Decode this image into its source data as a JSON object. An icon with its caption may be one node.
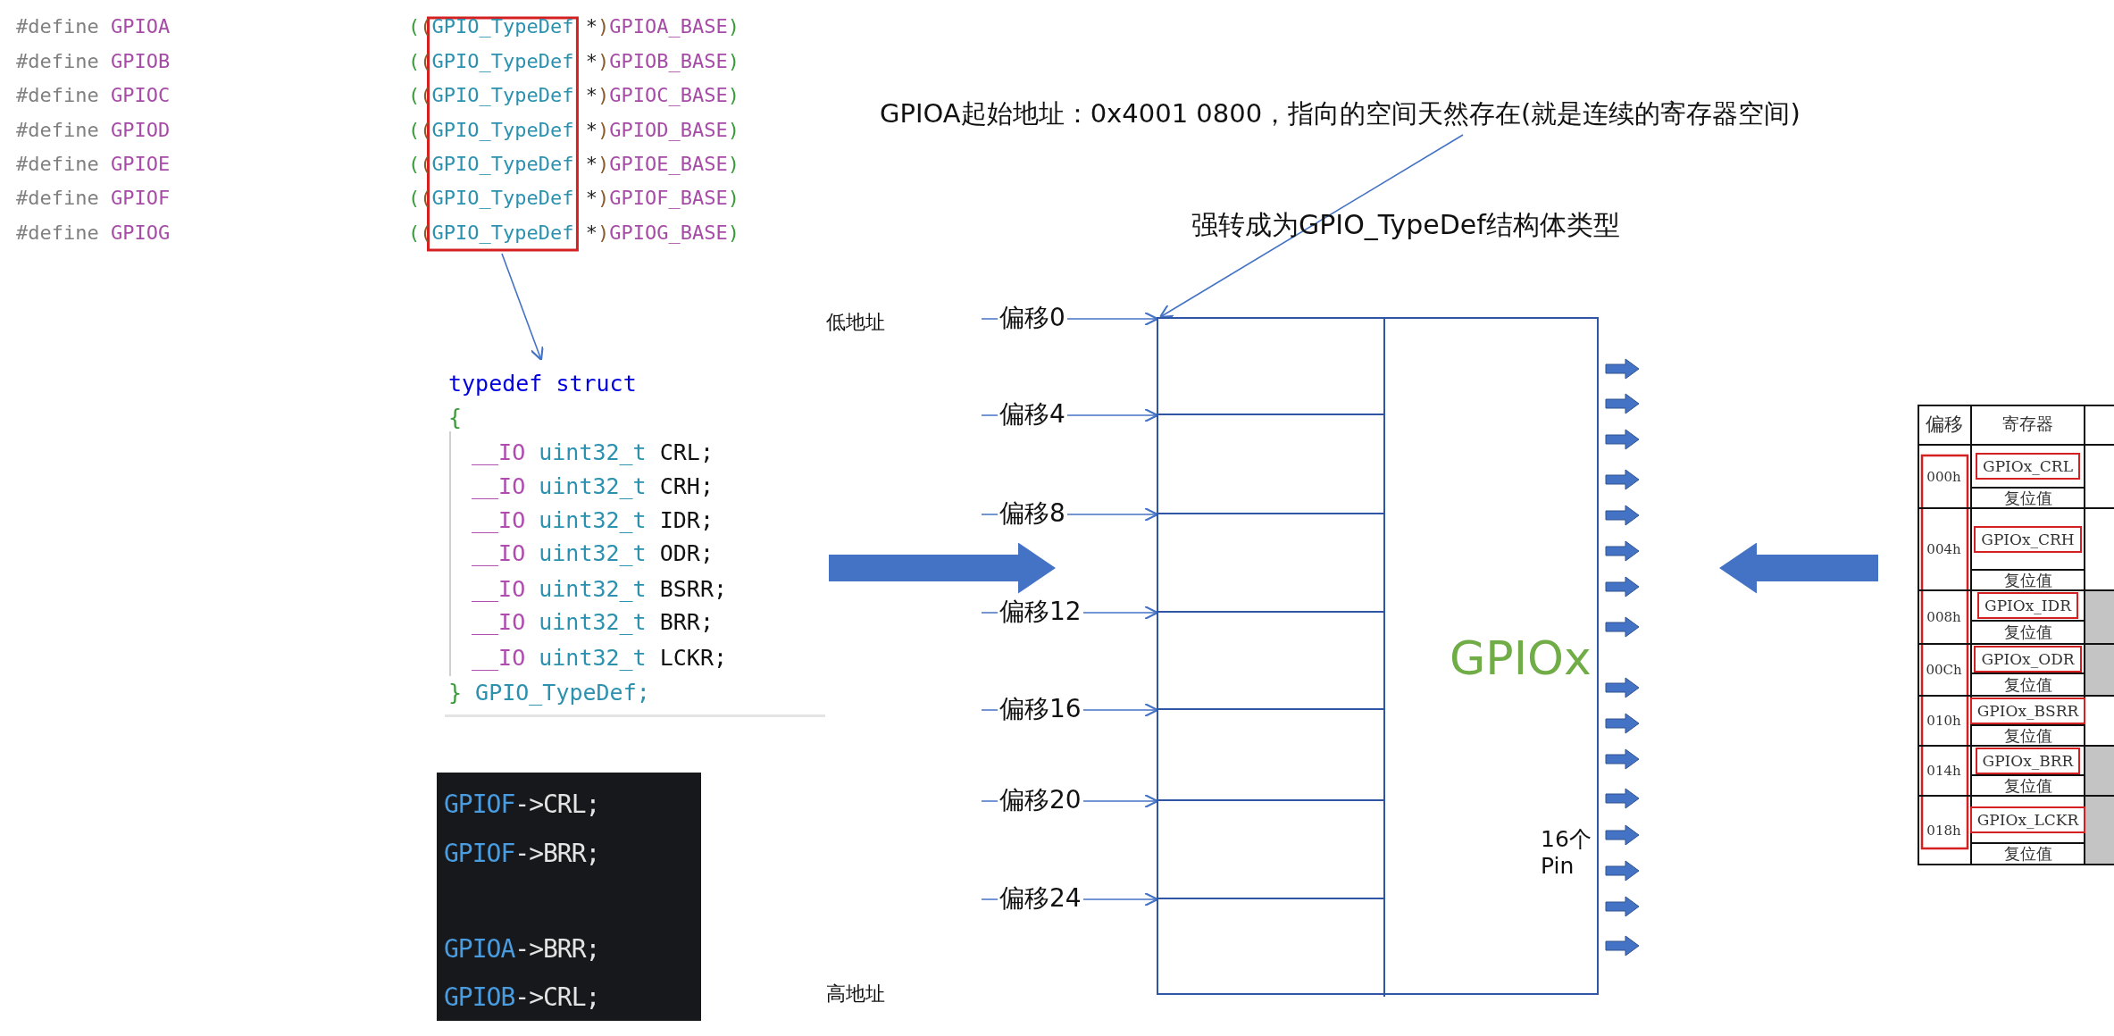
{
  "diagram": {
    "nodes": [
      {
        "text": [
          "#define GPIOA",
          "((GPIO_TypeDef *)GPIOA_BASE)",
          "#define GPIOB",
          "((GPIO_TypeDef *)GPIOB_BASE)",
          "#define GPIOC",
          "((GPIO_TypeDef *)GPIOC_BASE)",
          "#define GPIOD",
          "((GPIO_TypeDef *)GPIOD_BASE)",
          "#define GPIOE",
          "((GPIO_TypeDef *)GPIOE_BASE)",
          "#define GPIOF",
          "((GPIO_TypeDef *)GPIOF_BASE)",
          "#define GPIOG",
          "((GPIO_TypeDef *)GPIOG_BASE)"
        ]
      },
      {
        "text": [
          "GPIOA起始地址：0x4001 0800，指向的空间天然存在(就是连续的寄存器空间)"
        ]
      },
      {
        "text": [
          "typedef struct",
          "{",
          "__IO uint32_t CRL;",
          "__IO uint32_t CRH;",
          "__IO uint32_t IDR;",
          "__IO uint32_t ODR;",
          "__IO uint32_t BSRR;",
          "__IO uint32_t BRR;",
          "__IO uint32_t LCKR;",
          "} GPIO_TypeDef;"
        ]
      },
      {
        "text": [
          "GPIOx",
          "16个 Pin"
        ]
      },
      {
        "text": [],
        "shape": "box",
        "in": 3
      },
      {
        "text": [],
        "shape": "box",
        "in": 3
      },
      {
        "text": [],
        "shape": "box",
        "in": 3
      },
      {
        "text": [],
        "shape": "box",
        "in": 3
      },
      {
        "text": [],
        "shape": "box",
        "in": 3
      },
      {
        "text": [],
        "shape": "box",
        "in": 3
      },
      {
        "text": [],
        "shape": "box",
        "in": 3
      },
      {
        "text": [
          "偏移",
          "寄存器",
          "000h",
          "GPIOx_CRL",
          "复位值",
          "004h",
          "GPIOx_CRH",
          "复位值",
          "008h",
          "GPIOx_IDR",
          "复位值",
          "00Ch",
          "GPIOx_ODR",
          "复位值",
          "010h",
          "GPIOx_BSRR",
          "复位值",
          "014h",
          "GPIOx_BRR",
          "复位值",
          "018h",
          "GPIOx_LCKR",
          "复位值"
        ]
      },
      {
        "text": [
          "GPIOF->CRL;",
          "GPIOF->BRR;",
          "GPIOA->BRR;",
          "GPIOB->CRL;"
        ]
      }
    ],
    "edges": [
      {
        "from": 0,
        "to": 2,
        "arrow": "to"
      },
      {
        "from": 1,
        "to": 4,
        "arrow": "to"
      },
      {
        "from": null,
        "to": 4,
        "arrow": "to",
        "label": "偏移0"
      },
      {
        "from": null,
        "to": 5,
        "arrow": "to",
        "label": "偏移4"
      },
      {
        "from": null,
        "to": 6,
        "arrow": "to",
        "label": "偏移8"
      },
      {
        "from": null,
        "to": 7,
        "arrow": "to",
        "label": "偏移12"
      },
      {
        "from": null,
        "to": 8,
        "arrow": "to",
        "label": "偏移16"
      },
      {
        "from": null,
        "to": 9,
        "arrow": "to",
        "label": "偏移20"
      },
      {
        "from": null,
        "to": 10,
        "arrow": "to",
        "label": "偏移24"
      },
      {
        "from": 2,
        "to": 3,
        "arrow": "to",
        "style": "thick"
      },
      {
        "from": 11,
        "to": 3,
        "arrow": "to",
        "style": "thick"
      }
    ],
    "labels": [
      "强转成为GPIO_TypeDef结构体类型",
      "低地址",
      "高地址"
    ]
  }
}
